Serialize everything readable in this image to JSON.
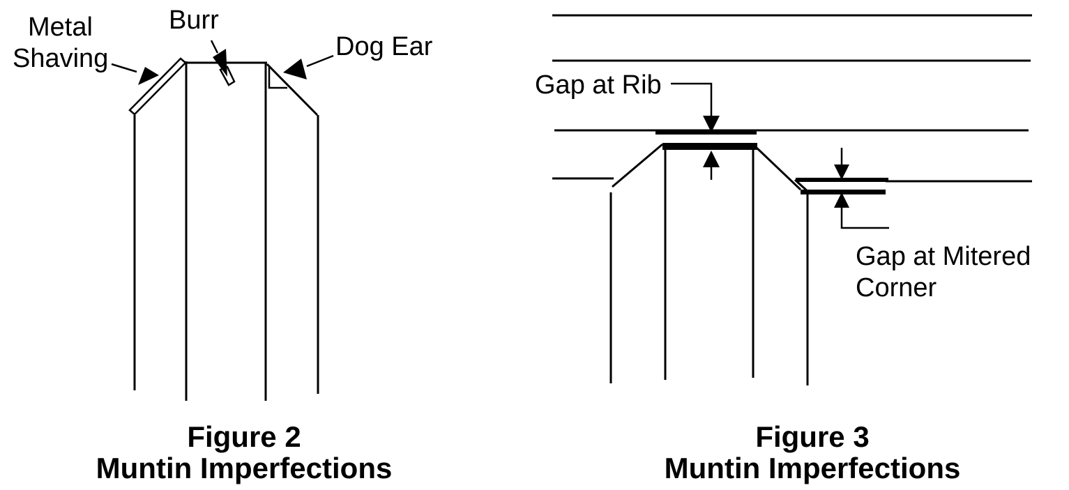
{
  "figure2": {
    "labels": {
      "metal_shaving_line1": "Metal",
      "metal_shaving_line2": "Shaving",
      "burr": "Burr",
      "dog_ear": "Dog Ear"
    },
    "caption_line1": "Figure 2",
    "caption_line2": "Muntin Imperfections"
  },
  "figure3": {
    "labels": {
      "gap_at_rib": "Gap at Rib",
      "gap_at_mitered_corner_line1": "Gap at Mitered",
      "gap_at_mitered_corner_line2": "Corner"
    },
    "caption_line1": "Figure 3",
    "caption_line2": "Muntin Imperfections"
  },
  "colors": {
    "ink": "#000000",
    "background": "#ffffff"
  }
}
